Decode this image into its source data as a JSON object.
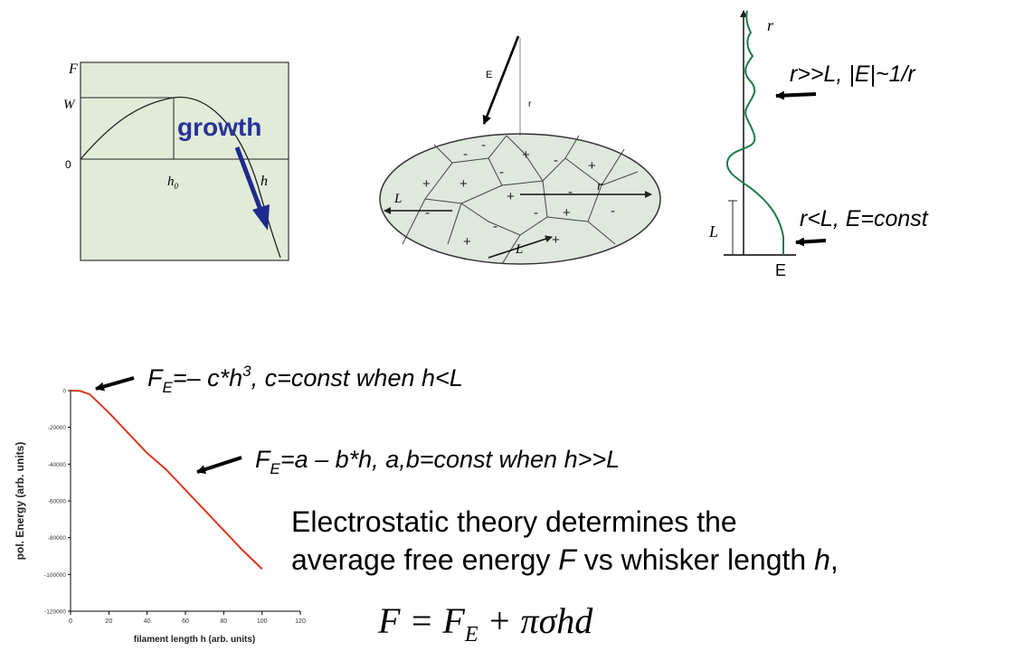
{
  "panel1": {
    "f_label": "F",
    "w_label": "W",
    "zero_label": "0",
    "h0_label": "h",
    "h0_sub": "0",
    "h_label": "h",
    "growth_label": "growth"
  },
  "panel2": {
    "e_label": "E",
    "r_label": "r",
    "r_inner": "r",
    "l_left": "L",
    "l_bottom": "L",
    "signs": [
      "-",
      "+",
      "-",
      "+",
      "-",
      "+",
      "-",
      "+",
      "-",
      "+",
      "-",
      "+",
      "-",
      "+",
      "-",
      "+",
      "-"
    ]
  },
  "panel3": {
    "r_axis": "r",
    "e_axis": "E",
    "l_label": "L",
    "far_note": "r>>L, |E|~1/r",
    "near_note": "r<L, E=const"
  },
  "formulas": {
    "small_h": {
      "f": "F",
      "sub": "E",
      "expr": "=– c*h",
      "sup": "3",
      "rest": ",  c=const  when  h<L"
    },
    "large_h": {
      "f": "F",
      "sub": "E",
      "expr": "=a – b*h,  a,b=const  when  h>>L"
    }
  },
  "description": {
    "line1": "Electrostatic theory determines the",
    "line2_a": "average free energy ",
    "line2_f": "F",
    "line2_b": " vs whisker length ",
    "line2_h": "h",
    "line2_c": ","
  },
  "main_formula": {
    "lhs": "F = F",
    "sub": "E",
    "rhs": " + πσhd"
  },
  "chart_data": {
    "type": "line",
    "x": [
      0,
      5,
      10,
      20,
      30,
      40,
      50,
      60,
      70,
      80,
      90,
      100
    ],
    "series": [
      {
        "values": [
          0,
          -200,
          -2000,
          -12000,
          -23000,
          -34000,
          -43000,
          -54000,
          -65000,
          -76000,
          -87000,
          -97000
        ]
      }
    ],
    "xlabel": "filament length h (arb. units)",
    "ylabel": "pol. Energy   (arb. units)",
    "xlim": [
      0,
      120
    ],
    "ylim": [
      -120000,
      0
    ],
    "xticks": [
      "0",
      "20",
      "40",
      "60",
      "80",
      "100",
      "120"
    ],
    "yticks": [
      "0",
      "-20000",
      "-40000",
      "-60000",
      "-80000",
      "-100000",
      "-120000"
    ],
    "line_color": "#d9381e"
  }
}
